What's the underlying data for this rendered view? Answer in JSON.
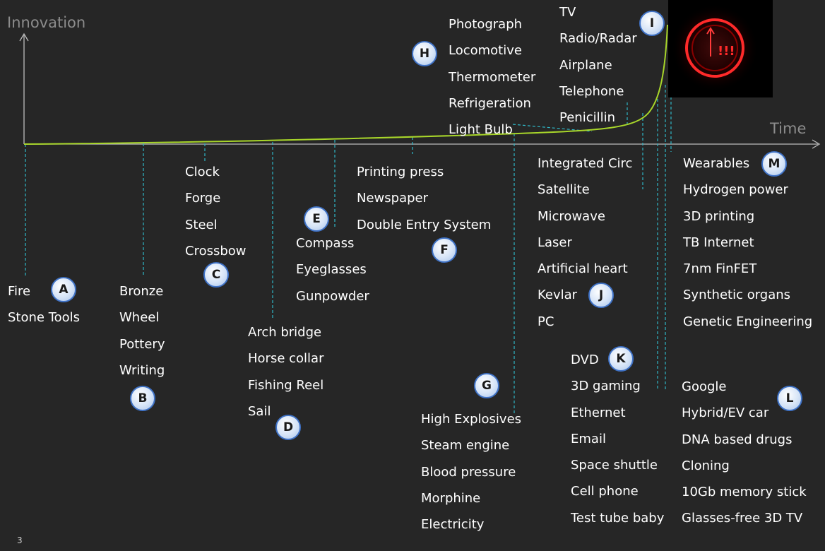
{
  "axes": {
    "y_label": "Innovation",
    "x_label": "Time"
  },
  "page_number": "3",
  "warning_icon": {
    "symbol": "!!!",
    "icon": "warning-power-icon",
    "color": "#ff2a2a"
  },
  "colors": {
    "background": "#262626",
    "curve": "#a8d62a",
    "guide": "#2fb7c7",
    "badge_border": "#3f72c6"
  },
  "groups": {
    "A": {
      "badge": "A",
      "items": [
        "Fire",
        "Stone Tools"
      ]
    },
    "B": {
      "badge": "B",
      "items": [
        "Bronze",
        "Wheel",
        "Pottery",
        "Writing"
      ]
    },
    "C": {
      "badge": "C",
      "items": [
        "Clock",
        "Forge",
        "Steel",
        "Crossbow"
      ]
    },
    "D": {
      "badge": "D",
      "items": [
        "Arch bridge",
        "Horse collar",
        "Fishing Reel",
        "Sail"
      ]
    },
    "E": {
      "badge": "E",
      "items": [
        "Compass",
        "Eyeglasses",
        "Gunpowder"
      ]
    },
    "F": {
      "badge": "F",
      "items": [
        "Printing press",
        "Newspaper",
        "Double Entry System"
      ]
    },
    "G": {
      "badge": "G",
      "items": [
        "High Explosives",
        "Steam engine",
        "Blood pressure",
        "Morphine",
        "Electricity"
      ]
    },
    "H": {
      "badge": "H",
      "items": [
        "Photograph",
        "Locomotive",
        "Thermometer",
        "Refrigeration",
        "Light Bulb"
      ]
    },
    "I": {
      "badge": "I",
      "items": [
        "TV",
        "Radio/Radar",
        "Airplane",
        "Telephone",
        "Penicillin"
      ]
    },
    "J": {
      "badge": "J",
      "items": [
        "Integrated Circ",
        "Satellite",
        "Microwave",
        "Laser",
        "Artificial heart",
        "Kevlar",
        "PC"
      ]
    },
    "K": {
      "badge": "K",
      "items": [
        "DVD",
        "3D gaming",
        "Ethernet",
        "Email",
        "Space shuttle",
        "Cell phone",
        "Test tube baby"
      ]
    },
    "L": {
      "badge": "L",
      "items": [
        "Google",
        "Hybrid/EV car",
        "DNA based drugs",
        "Cloning",
        "10Gb memory stick",
        "Glasses-free 3D TV"
      ]
    },
    "M": {
      "badge": "M",
      "items": [
        "Wearables",
        "Hydrogen power",
        "3D printing",
        "TB Internet",
        "7nm FinFET",
        "Synthetic organs",
        "Genetic Engineering"
      ]
    }
  }
}
